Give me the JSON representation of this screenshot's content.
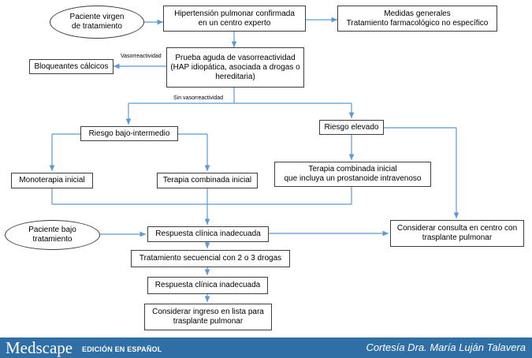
{
  "nodes": {
    "paciente_virgen": "Paciente virgen\nde tratamiento",
    "hipertension": "Hipertensión pulmonar confirmada\nen un centro experto",
    "medidas": "Medidas generales\nTratamiento farmacológico no específico",
    "bloqueantes": "Bloqueantes cálcicos",
    "prueba": "Prueba aguda de vasorreactividad\n(HAP idiopática, asociada a  drogas o\nhereditaria)",
    "riesgo_bajo": "Riesgo bajo-intermedio",
    "riesgo_elevado": "Riesgo elevado",
    "monoterapia": "Monoterapia inicial",
    "terapia_combinada": "Terapia combinada inicial",
    "terapia_prostanoide": "Terapia combinada inicial\nque incluya un prostanoide intravenoso",
    "paciente_bajo": "Paciente bajo\ntratamiento",
    "respuesta_1": "Respuesta clínica inadecuada",
    "considerar_consulta": "Considerar consulta en centro con\ntrasplante pulmonar",
    "tratamiento_secuencial": "Tratamiento secuencial  con 2 o 3 drogas",
    "respuesta_2": "Respuesta clínica inadecuada",
    "considerar_ingreso": "Considerar ingreso en lista para\ntrasplante pulmonar"
  },
  "edge_labels": {
    "vasorreactividad": "Vasorreactividad",
    "sin_vasorreactividad": "Sin vasorreactividad"
  },
  "footer": {
    "brand": "Medscape",
    "edition": "EDICIÓN EN ESPAÑOL",
    "credit": "Cortesía Dra. María Luján Talavera"
  },
  "colors": {
    "arrow": "#5b9bd5",
    "footer_bg": "#2f6fa6",
    "box_border": "#3d3d3d"
  }
}
